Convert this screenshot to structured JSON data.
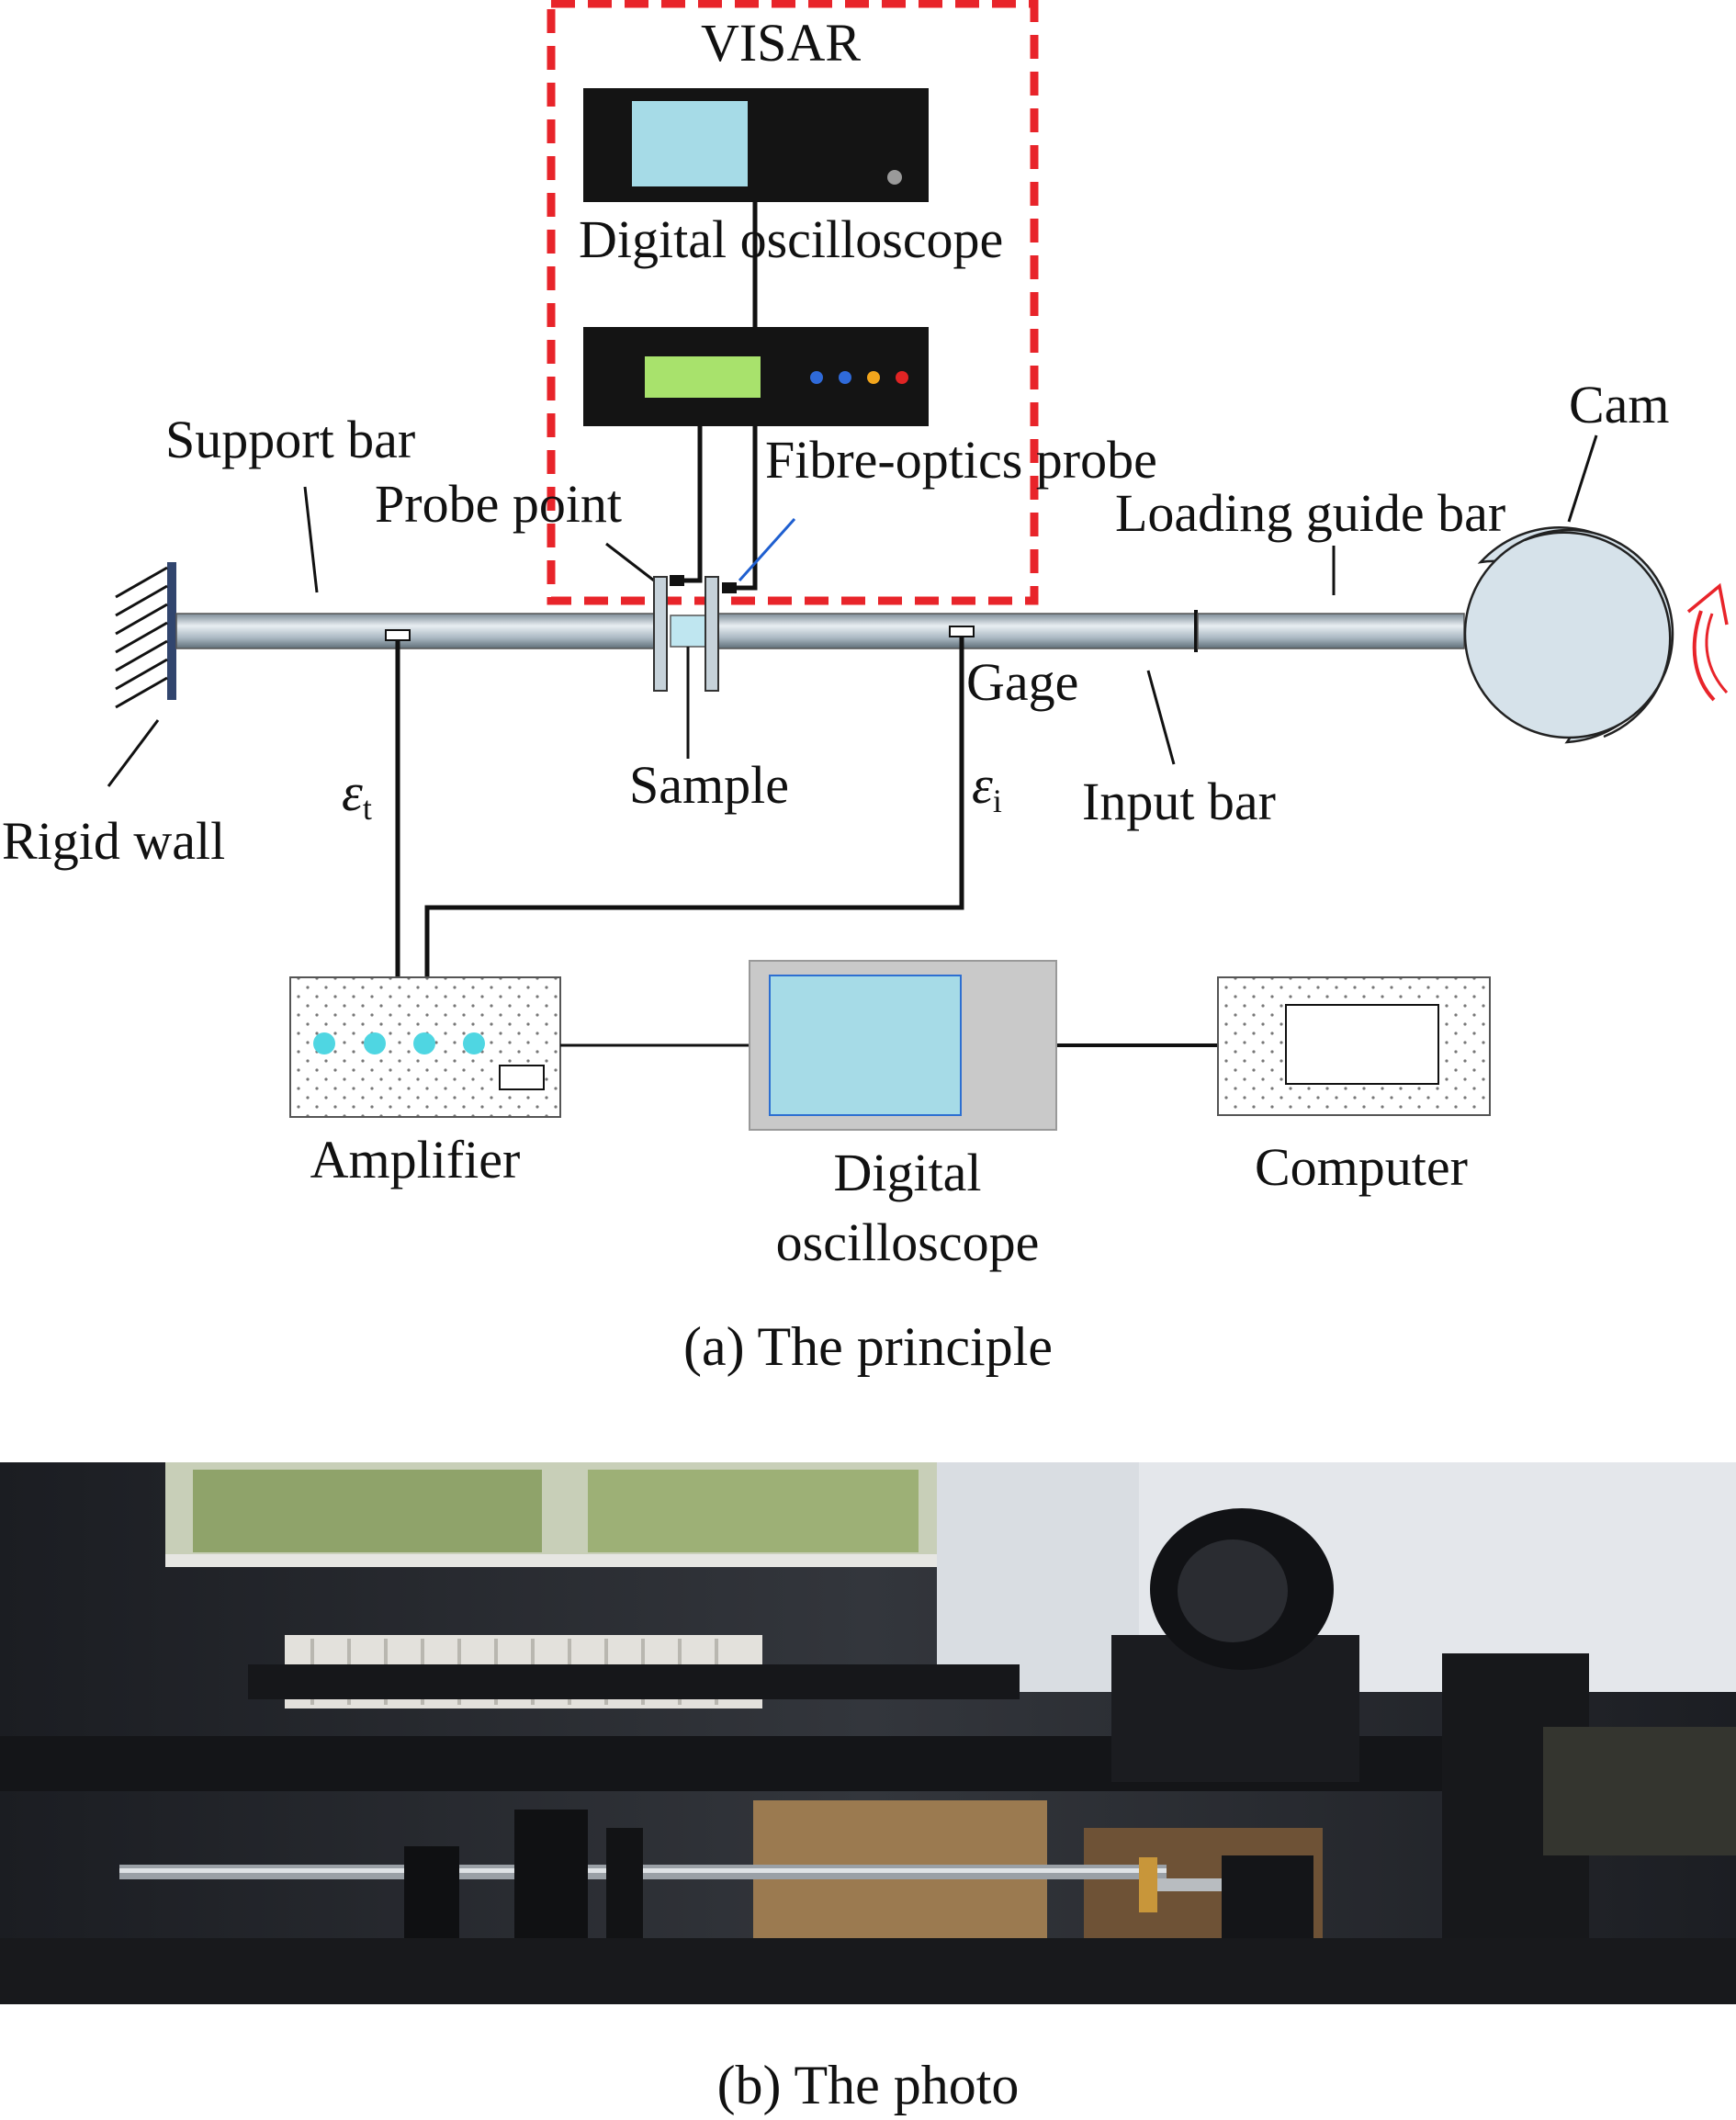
{
  "labels": {
    "visar": "VISAR",
    "digital_oscilloscope_top": "Digital oscilloscope",
    "fibre_optics_probe": "Fibre-optics probe",
    "probe_point": "Probe point",
    "support_bar": "Support bar",
    "cam": "Cam",
    "loading_guide_bar": "Loading guide bar",
    "gage": "Gage",
    "sample": "Sample",
    "input_bar": "Input bar",
    "rigid_wall": "Rigid wall",
    "epsilon_t_symbol": "ε",
    "epsilon_t_sub": "t",
    "epsilon_i_symbol": "ε",
    "epsilon_i_sub": "i",
    "amplifier": "Amplifier",
    "digital_oscilloscope_bottom_line1": "Digital",
    "digital_oscilloscope_bottom_line2": "oscilloscope",
    "computer": "Computer"
  },
  "captions": {
    "a": "(a) The principle",
    "b": "(b) The photo"
  },
  "colors": {
    "visar_box": "#e8242a",
    "screen_blue": "#a6dbe7",
    "display_green": "#a8e26c",
    "cyan_dot": "#4fd6e2",
    "arrow_red": "#e8242a",
    "probe_blue": "#1f5fd0",
    "bar_gray": "#b9c6cf"
  }
}
